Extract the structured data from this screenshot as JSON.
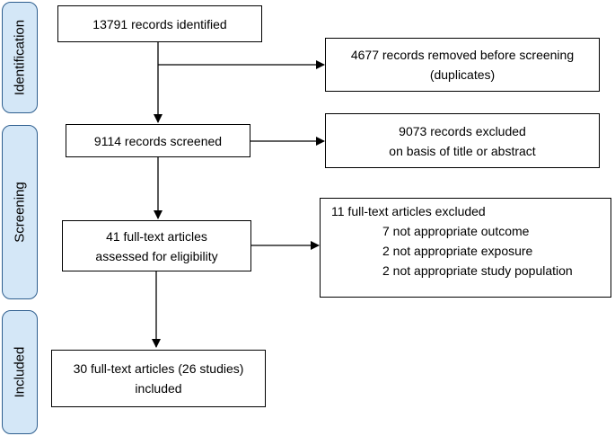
{
  "stages": {
    "identification": "Identification",
    "screening": "Screening",
    "included": "Included"
  },
  "boxes": {
    "identified": [
      "13791 records identified"
    ],
    "removed": [
      "4677 records removed before screening",
      "(duplicates)"
    ],
    "screened": [
      "9114 records screened"
    ],
    "excluded_title": [
      "9073 records excluded",
      "on basis of title or abstract"
    ],
    "fulltext": [
      "41 full-text articles",
      "assessed for eligibility"
    ],
    "fulltext_excluded": {
      "heading": "11 full-text articles excluded",
      "reasons": [
        "7 not appropriate outcome",
        "2 not appropriate exposure",
        "2 not appropriate study population"
      ]
    },
    "included": [
      "30 full-text articles (26 studies)",
      "included"
    ]
  },
  "colors": {
    "stage_fill": "#d4e7f7",
    "stage_border": "#2f5f8f",
    "box_border": "#000000"
  }
}
